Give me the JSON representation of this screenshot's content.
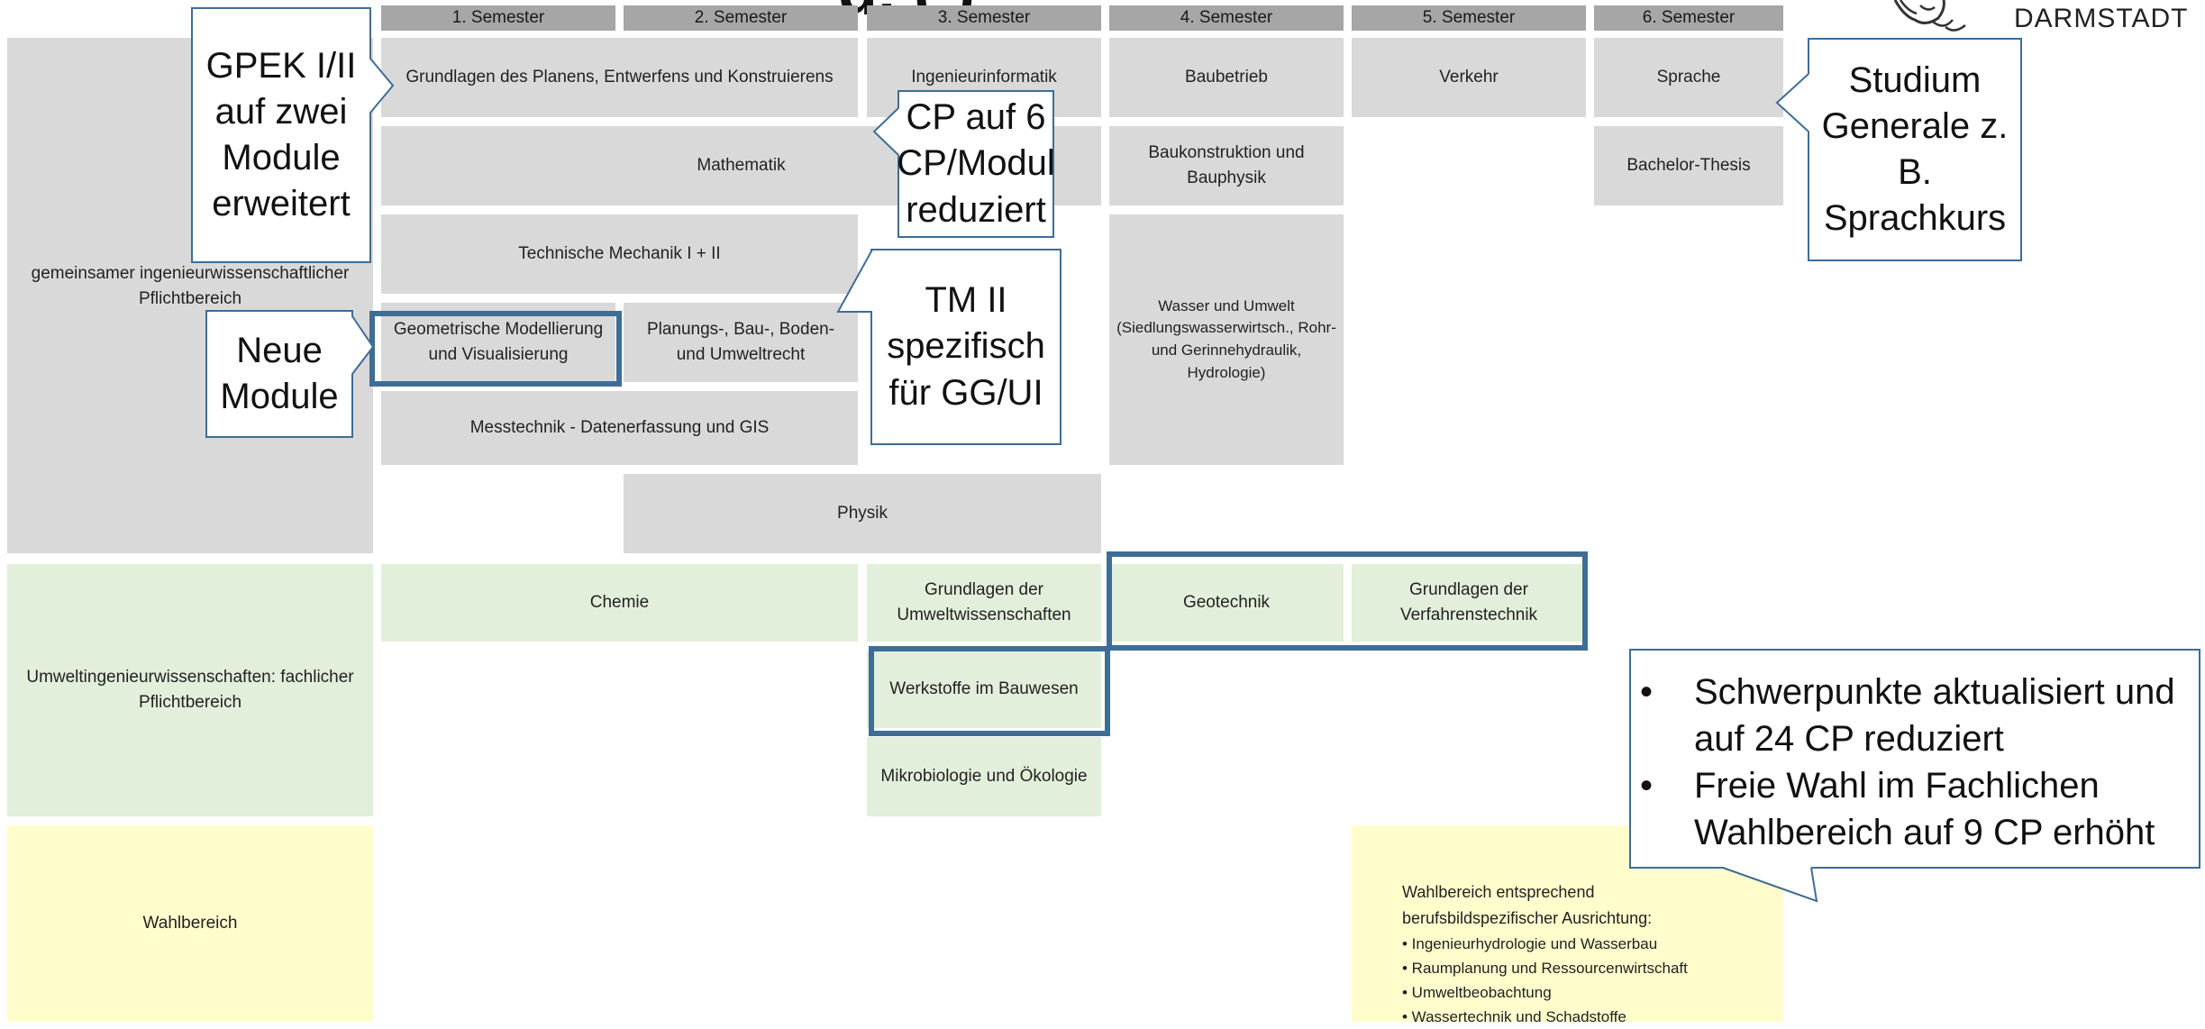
{
  "title_fragment": "g. ( )",
  "logo": {
    "text": "DARMSTADT"
  },
  "semesters": [
    "1. Semester",
    "2. Semester",
    "3. Semester",
    "4. Semester",
    "5. Semester",
    "6. Semester"
  ],
  "row_labels": {
    "common": "gemeinsamer ingenieurwissenschaftlicher Pflichtbereich",
    "umwelt": "Umweltingenieurwissenschaften: fachlicher Pflichtbereich",
    "wahl": "Wahlbereich"
  },
  "modules": {
    "grundlagen_planen": "Grundlagen des Planens, Entwerfens und Konstruierens",
    "ingenieurinformatik": "Ingenieurinformatik",
    "baubetrieb": "Baubetrieb",
    "verkehr": "Verkehr",
    "sprache": "Sprache",
    "mathematik": "Mathematik",
    "baukonstruktion": "Baukonstruktion und Bauphysik",
    "bachelor_thesis": "Bachelor-Thesis",
    "tm": "Technische Mechanik I + II",
    "wasser": "Wasser und Umwelt (Siedlungswasserwirtsch., Rohr- und Gerinnehydraulik, Hydrologie)",
    "geom": "Geometrische Modellierung und Visualisierung",
    "planungsrecht": "Planungs-, Bau-, Boden- und Umweltrecht",
    "messtechnik": "Messtechnik - Datenerfassung und GIS",
    "physik": "Physik",
    "chemie": "Chemie",
    "umweltwiss": "Grundlagen der Umweltwissenschaften",
    "geotechnik": "Geotechnik",
    "verfahrenstechnik": "Grundlagen der Verfahrenstechnik",
    "werkstoffe": "Werkstoffe im Bauwesen",
    "mikrobiologie": "Mikrobiologie und Ökologie"
  },
  "wahlbereich_box": {
    "intro": "Wahlbereich entsprechend berufsbildspezifischer Ausrichtung:",
    "items": [
      "• Ingenieurhydrologie und Wasserbau",
      "• Raumplanung und Ressourcenwirtschaft",
      "• Umweltbeobachtung",
      "• Wassertechnik und Schadstoffe"
    ]
  },
  "callouts": {
    "gpek": "GPEK I/II auf zwei Module erweitert",
    "cp": "CP auf 6 CP/Modul reduziert",
    "tm2": "TM II spezifisch für GG/UI",
    "neue": "Neue Module",
    "studium": "Studium Generale z. B. Sprachkurs",
    "bullets": [
      {
        "bullet": "•",
        "text": "Schwerpunkte aktualisiert und auf 24 CP reduziert"
      },
      {
        "bullet": "•",
        "text": "Freie Wahl im Fachlichen Wahlbereich auf 9 CP erhöht"
      }
    ]
  },
  "colors": {
    "header": "#a6a6a6",
    "pflicht": "#d9d9d9",
    "umwelt": "#e2efda",
    "wahl": "#fffdcc",
    "highlight": "#3e6d96"
  }
}
